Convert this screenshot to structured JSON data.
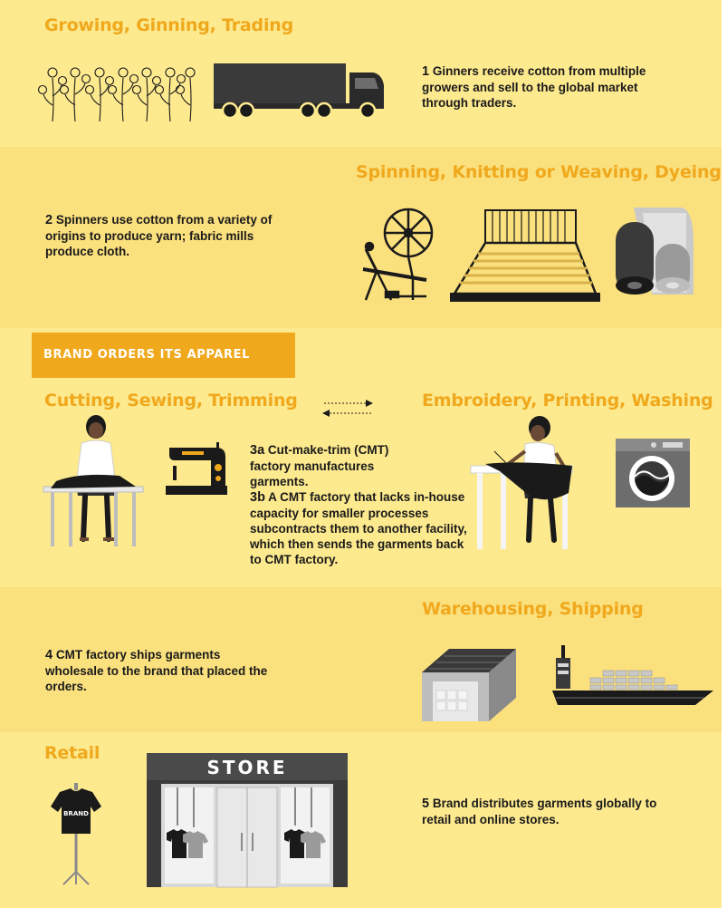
{
  "sections": {
    "growing": {
      "heading": "Growing, Ginning, Trading",
      "step_number": "1",
      "caption": "Ginners receive cotton from multiple growers and sell to the global market through traders."
    },
    "spinning": {
      "heading": "Spinning, Knitting or Weaving, Dyeing",
      "step_number": "2",
      "caption": "Spinners use cotton from a variety of origins to produce yarn; fabric mills produce cloth."
    },
    "brand_banner": "BRAND ORDERS ITS APPAREL",
    "cmt": {
      "heading_left": "Cutting, Sewing, Trimming",
      "heading_right": "Embroidery, Printing, Washing",
      "step_3a_number": "3a",
      "step_3a_caption": "Cut-make-trim (CMT) factory manufactures garments.",
      "step_3b_number": "3b",
      "step_3b_caption": "A CMT factory that lacks in-house capacity for smaller processes subcontracts them to another facility, which then sends the garments back to CMT factory."
    },
    "warehousing": {
      "heading": "Warehousing, Shipping",
      "step_number": "4",
      "caption": "CMT factory ships garments wholesale to the brand that placed the orders."
    },
    "retail": {
      "heading": "Retail",
      "store_sign": "STORE",
      "shirt_logo": "BRAND",
      "step_number": "5",
      "caption": "Brand distributes garments globally to retail and online stores."
    }
  },
  "icons": [
    "cotton-plants-icon",
    "truck-icon",
    "spinning-wheel-icon",
    "loom-icon",
    "fabric-rolls-icon",
    "cutting-worker-icon",
    "sewing-machine-icon",
    "two-way-arrows-icon",
    "embroidery-worker-icon",
    "washing-machine-icon",
    "warehouse-icon",
    "cargo-ship-icon",
    "mannequin-icon",
    "storefront-icon"
  ],
  "colors": {
    "band_light": "#fde98e",
    "band_mid": "#fbe07e",
    "accent_orange": "#f0a81c",
    "text_dark": "#1a1a1a",
    "icon_dark": "#3a3a3a"
  }
}
